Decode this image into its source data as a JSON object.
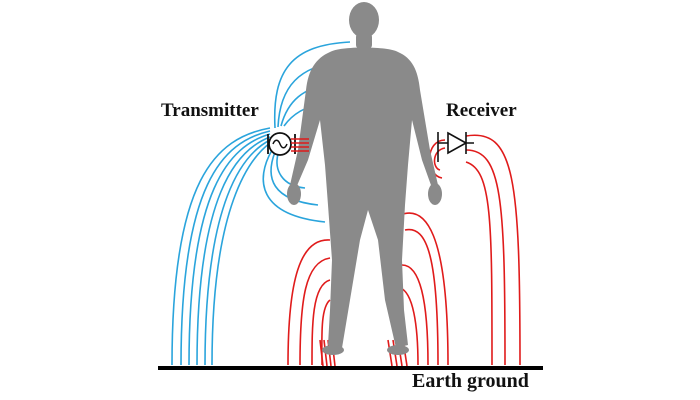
{
  "labels": {
    "transmitter": "Transmitter",
    "receiver": "Receiver",
    "ground": "Earth ground"
  },
  "colors": {
    "transmitter_field": "#2aa4dc",
    "receiver_field": "#e01b1b",
    "body": "#8a8a8a",
    "ground": "#000000"
  },
  "icons": [
    "ac-source-icon",
    "electrode-icon",
    "diode-icon"
  ]
}
